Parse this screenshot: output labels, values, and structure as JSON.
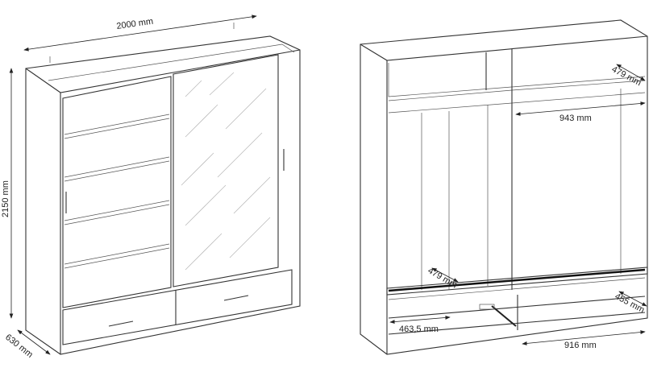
{
  "dimensions": {
    "width": "2000 mm",
    "height": "2150 mm",
    "depth": "630 mm",
    "shelf_depth_top": "479 mm",
    "shelf_width": "943 mm",
    "shelf_depth_bottom": "479 mm",
    "drawer_left_width": "463,5 mm",
    "drawer_depth": "455 mm",
    "drawer_right_width": "916 mm"
  }
}
